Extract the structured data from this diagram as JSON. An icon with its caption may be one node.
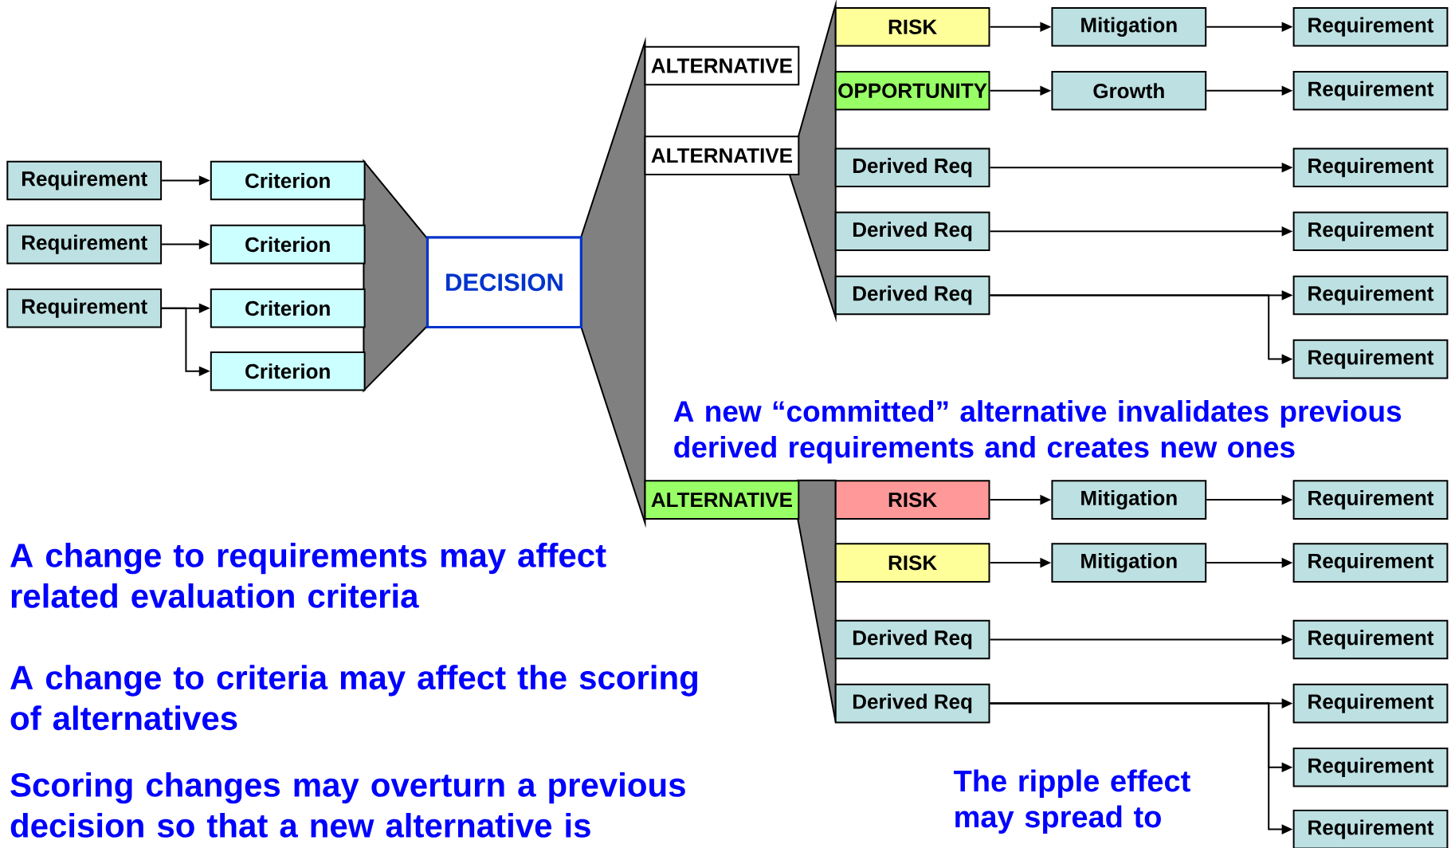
{
  "diagram": {
    "nodes": [
      {
        "text": [
          "Requirement"
        ]
      },
      {
        "text": [
          "Requirement"
        ]
      },
      {
        "text": [
          "Requirement"
        ]
      },
      {
        "text": [
          "Criterion"
        ]
      },
      {
        "text": [
          "Criterion"
        ]
      },
      {
        "text": [
          "Criterion"
        ]
      },
      {
        "text": [
          "Criterion"
        ]
      },
      {
        "text": [
          "DECISION"
        ]
      },
      {
        "text": [
          "ALTERNATIVE"
        ]
      },
      {
        "text": [
          "ALTERNATIVE"
        ]
      },
      {
        "text": [
          "RISK"
        ]
      },
      {
        "text": [
          "Mitigation"
        ]
      },
      {
        "text": [
          "Requirement"
        ]
      },
      {
        "text": [
          "OPPORTUNITY"
        ]
      },
      {
        "text": [
          "Growth"
        ]
      },
      {
        "text": [
          "Requirement"
        ]
      },
      {
        "text": [
          "Derived Req"
        ]
      },
      {
        "text": [
          "Requirement"
        ]
      },
      {
        "text": [
          "Derived Req"
        ]
      },
      {
        "text": [
          "Requirement"
        ]
      },
      {
        "text": [
          "Derived Req"
        ]
      },
      {
        "text": [
          "Requirement"
        ]
      },
      {
        "text": [
          "Requirement"
        ]
      },
      {
        "text": [
          "ALTERNATIVE"
        ]
      },
      {
        "text": [
          "RISK"
        ]
      },
      {
        "text": [
          "Mitigation"
        ]
      },
      {
        "text": [
          "Requirement"
        ]
      },
      {
        "text": [
          "RISK"
        ]
      },
      {
        "text": [
          "Mitigation"
        ]
      },
      {
        "text": [
          "Requirement"
        ]
      },
      {
        "text": [
          "Derived Req"
        ]
      },
      {
        "text": [
          "Requirement"
        ]
      },
      {
        "text": [
          "Derived Req"
        ]
      },
      {
        "text": [
          "Requirement"
        ]
      },
      {
        "text": [
          "Requirement"
        ]
      },
      {
        "text": [
          "Requirement"
        ]
      },
      {
        "text": [],
        "shape": "trapezoid"
      },
      {
        "text": [],
        "shape": "trapezoid"
      },
      {
        "text": [],
        "shape": "trapezoid"
      },
      {
        "text": [],
        "shape": "trapezoid"
      }
    ],
    "edges": [
      {
        "from": 0,
        "to": 3,
        "arrow": "to"
      },
      {
        "from": 1,
        "to": 4,
        "arrow": "to"
      },
      {
        "from": 2,
        "to": 5,
        "arrow": "to"
      },
      {
        "from": 2,
        "to": 6,
        "arrow": "to"
      },
      {
        "from": 10,
        "to": 11,
        "arrow": "to"
      },
      {
        "from": 11,
        "to": 12,
        "arrow": "to"
      },
      {
        "from": 13,
        "to": 14,
        "arrow": "to"
      },
      {
        "from": 14,
        "to": 15,
        "arrow": "to"
      },
      {
        "from": 16,
        "to": 17,
        "arrow": "to"
      },
      {
        "from": 18,
        "to": 19,
        "arrow": "to"
      },
      {
        "from": 20,
        "to": 21,
        "arrow": "to"
      },
      {
        "from": 20,
        "to": 22,
        "arrow": "to"
      },
      {
        "from": 24,
        "to": 25,
        "arrow": "to"
      },
      {
        "from": 25,
        "to": 26,
        "arrow": "to"
      },
      {
        "from": 27,
        "to": 28,
        "arrow": "to"
      },
      {
        "from": 28,
        "to": 29,
        "arrow": "to"
      },
      {
        "from": 30,
        "to": 31,
        "arrow": "to"
      },
      {
        "from": 32,
        "to": 33,
        "arrow": "to"
      },
      {
        "from": 32,
        "to": 34,
        "arrow": "to"
      },
      {
        "from": 32,
        "to": 35,
        "arrow": "to"
      }
    ],
    "labels": [
      "A new “committed” alternative invalidates previous derived requirements and creates new ones",
      "A change to requirements may affect related evaluation criteria",
      "A change to criteria may affect the scoring of alternatives",
      "Scoring changes may overturn a previous decision so that a new alternative is",
      "The ripple effect may spread to"
    ]
  }
}
